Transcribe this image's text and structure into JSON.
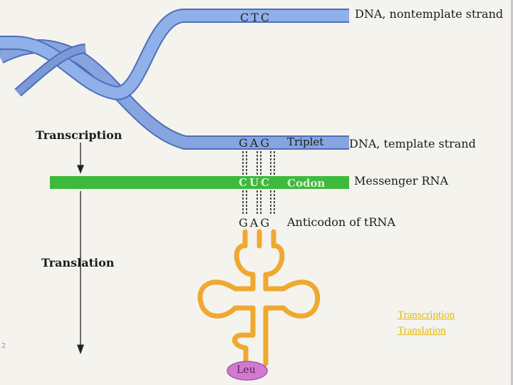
{
  "dna": {
    "top_sequence": "CTC",
    "top_label": "DNA, nontemplate strand",
    "bottom_sequence": "GAG",
    "bottom_tag": "Triplet",
    "bottom_label": "DNA, template strand"
  },
  "mrna": {
    "sequence": "CUC",
    "tag": "Codon",
    "label": "Messenger RNA"
  },
  "trna": {
    "sequence": "GAG",
    "label": "Anticodon of tRNA",
    "amino_acid": "Leu"
  },
  "process": {
    "transcription": "Transcription",
    "translation": "Translation"
  },
  "overlay": {
    "link1": "Transcription",
    "link2": "Translation"
  },
  "colors": {
    "dna_strand": "#7f9edc",
    "dna_strand_edge": "#4f6fb8",
    "mrna": "#3dba3d",
    "trna": "#f0a830",
    "leu": "#d27ad0"
  }
}
